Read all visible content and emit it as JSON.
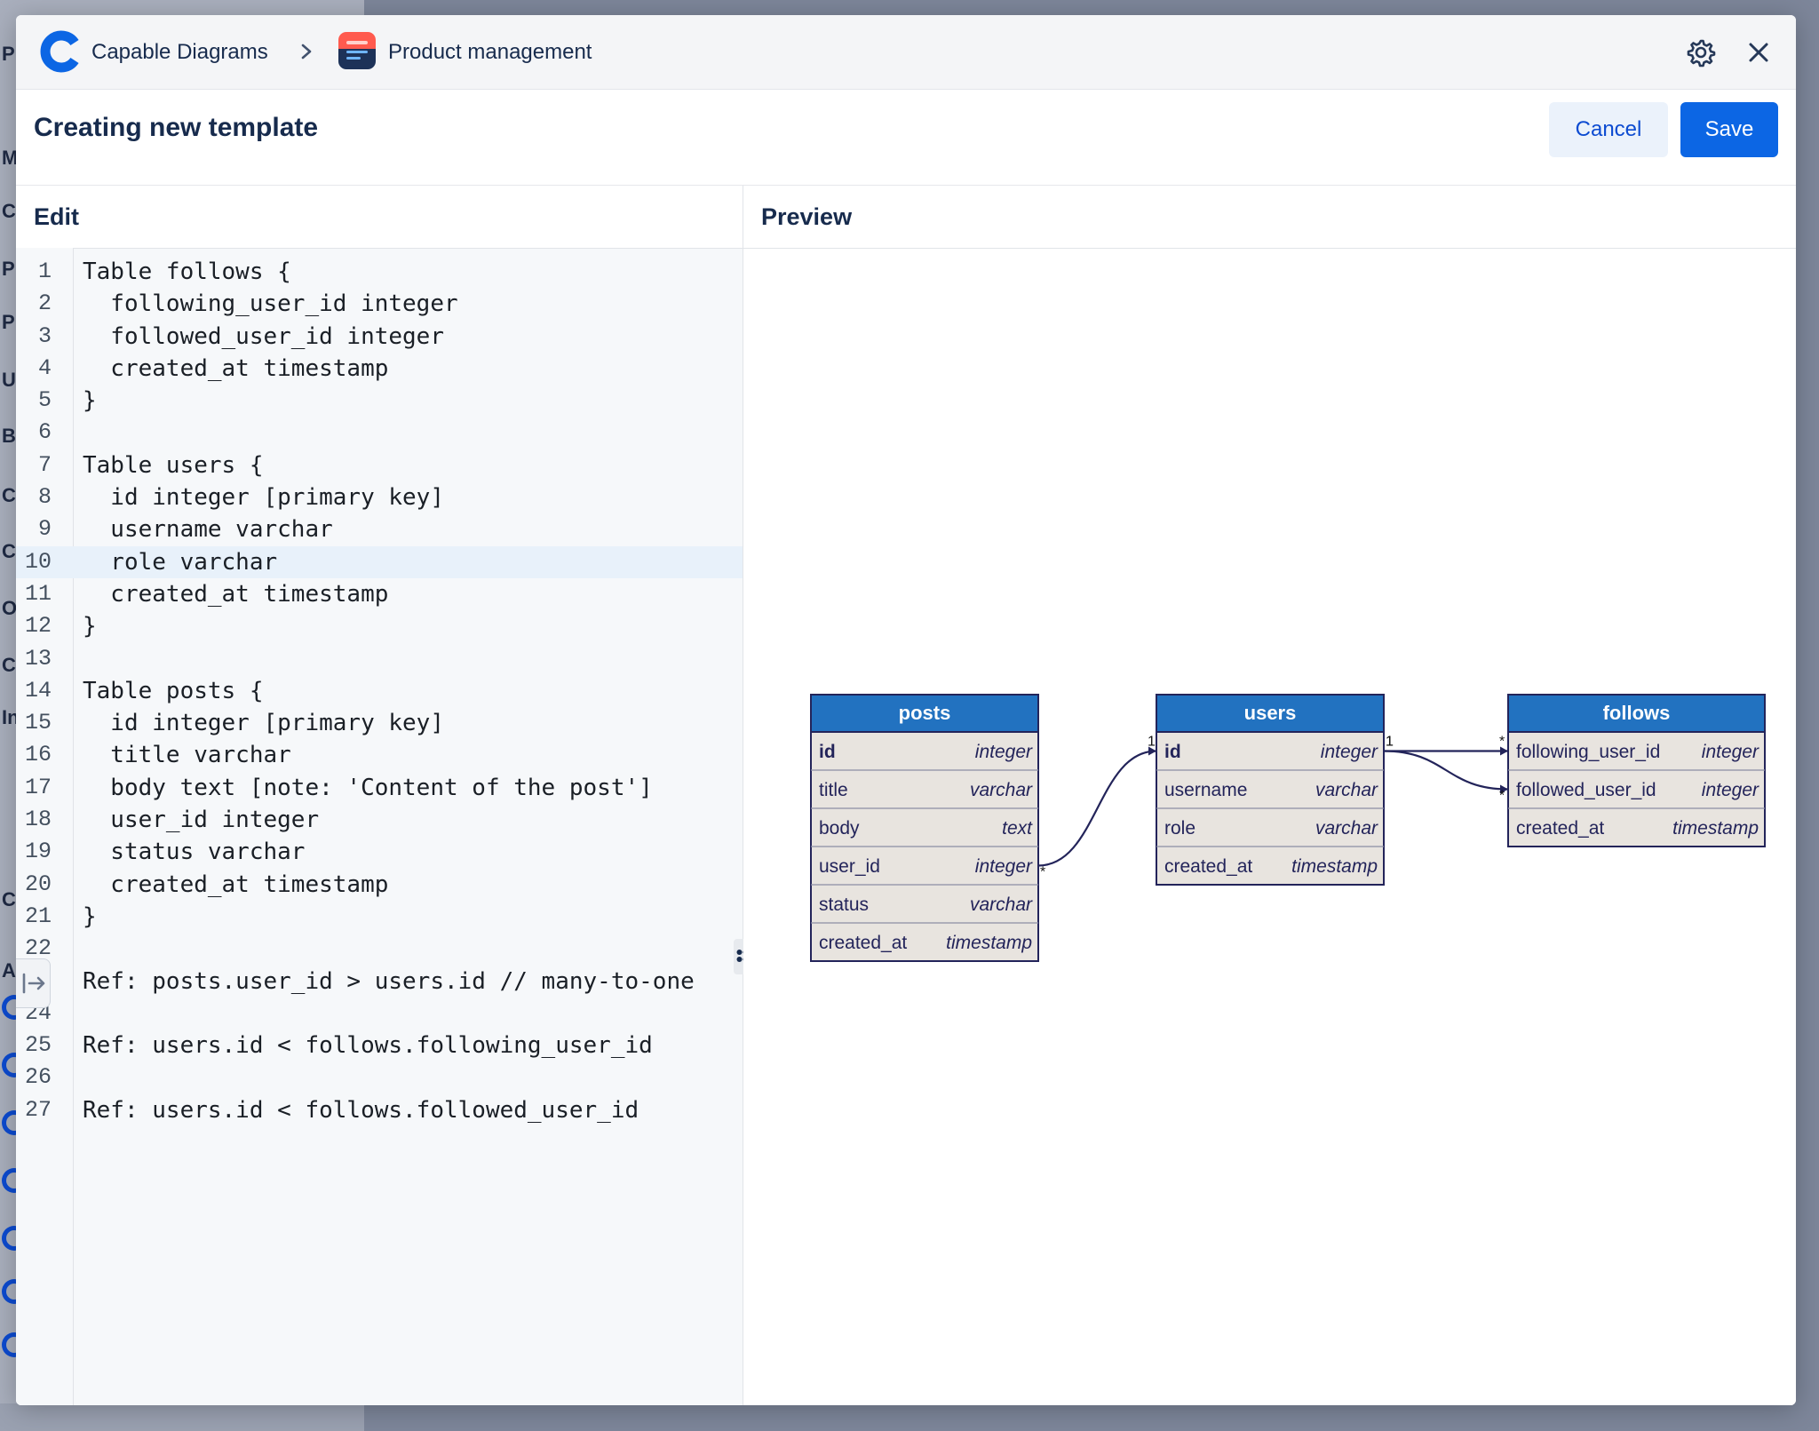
{
  "background": {
    "fragments": [
      "Pr",
      "M",
      "Cl",
      "Pr",
      "Pr",
      "Ul",
      "By",
      "Ca",
      "Ca",
      "O",
      "Cl",
      "In",
      "Cl",
      "AF"
    ]
  },
  "header": {
    "app_name": "Capable Diagrams",
    "project_name": "Product management",
    "icons": {
      "logo": "capable-diagrams-logo",
      "chevron": "chevron-right-icon",
      "project": "product-management-icon",
      "settings": "gear-icon",
      "close": "close-icon"
    }
  },
  "title_bar": {
    "title": "Creating new template",
    "cancel_label": "Cancel",
    "save_label": "Save"
  },
  "editor": {
    "panel_title": "Edit",
    "highlighted_line": 10,
    "lines": [
      {
        "n": "1",
        "text": "Table follows {"
      },
      {
        "n": "2",
        "text": "  following_user_id integer"
      },
      {
        "n": "3",
        "text": "  followed_user_id integer"
      },
      {
        "n": "4",
        "text": "  created_at timestamp"
      },
      {
        "n": "5",
        "text": "}"
      },
      {
        "n": "6",
        "text": ""
      },
      {
        "n": "7",
        "text": "Table users {"
      },
      {
        "n": "8",
        "text": "  id integer [primary key]"
      },
      {
        "n": "9",
        "text": "  username varchar"
      },
      {
        "n": "10",
        "text": "  role varchar"
      },
      {
        "n": "11",
        "text": "  created_at timestamp"
      },
      {
        "n": "12",
        "text": "}"
      },
      {
        "n": "13",
        "text": ""
      },
      {
        "n": "14",
        "text": "Table posts {"
      },
      {
        "n": "15",
        "text": "  id integer [primary key]"
      },
      {
        "n": "16",
        "text": "  title varchar"
      },
      {
        "n": "17",
        "text": "  body text [note: 'Content of the post']"
      },
      {
        "n": "18",
        "text": "  user_id integer"
      },
      {
        "n": "19",
        "text": "  status varchar"
      },
      {
        "n": "20",
        "text": "  created_at timestamp"
      },
      {
        "n": "21",
        "text": "}"
      },
      {
        "n": "22",
        "text": ""
      },
      {
        "n": "23",
        "text": "Ref: posts.user_id > users.id // many-to-one"
      },
      {
        "n": "24",
        "text": ""
      },
      {
        "n": "25",
        "text": "Ref: users.id < follows.following_user_id"
      },
      {
        "n": "26",
        "text": ""
      },
      {
        "n": "27",
        "text": "Ref: users.id < follows.followed_user_id"
      }
    ]
  },
  "preview": {
    "panel_title": "Preview",
    "colors": {
      "header": "#2272c0",
      "row": "#e8e4df",
      "border": "#23245a",
      "link": "#23245a"
    },
    "tables": [
      {
        "name": "posts",
        "fields": [
          {
            "name": "id",
            "type": "integer",
            "pk": true
          },
          {
            "name": "title",
            "type": "varchar"
          },
          {
            "name": "body",
            "type": "text"
          },
          {
            "name": "user_id",
            "type": "integer"
          },
          {
            "name": "status",
            "type": "varchar"
          },
          {
            "name": "created_at",
            "type": "timestamp"
          }
        ]
      },
      {
        "name": "users",
        "fields": [
          {
            "name": "id",
            "type": "integer",
            "pk": true
          },
          {
            "name": "username",
            "type": "varchar"
          },
          {
            "name": "role",
            "type": "varchar"
          },
          {
            "name": "created_at",
            "type": "timestamp"
          }
        ]
      },
      {
        "name": "follows",
        "fields": [
          {
            "name": "following_user_id",
            "type": "integer"
          },
          {
            "name": "followed_user_id",
            "type": "integer"
          },
          {
            "name": "created_at",
            "type": "timestamp"
          }
        ]
      }
    ],
    "relations": [
      {
        "from": "posts.user_id",
        "to": "users.id",
        "from_card": "*",
        "to_card": "1"
      },
      {
        "from": "users.id",
        "to": "follows.following_user_id",
        "from_card": "1",
        "to_card": "*"
      },
      {
        "from": "users.id",
        "to": "follows.followed_user_id",
        "from_card": "1",
        "to_card": "*"
      }
    ]
  }
}
